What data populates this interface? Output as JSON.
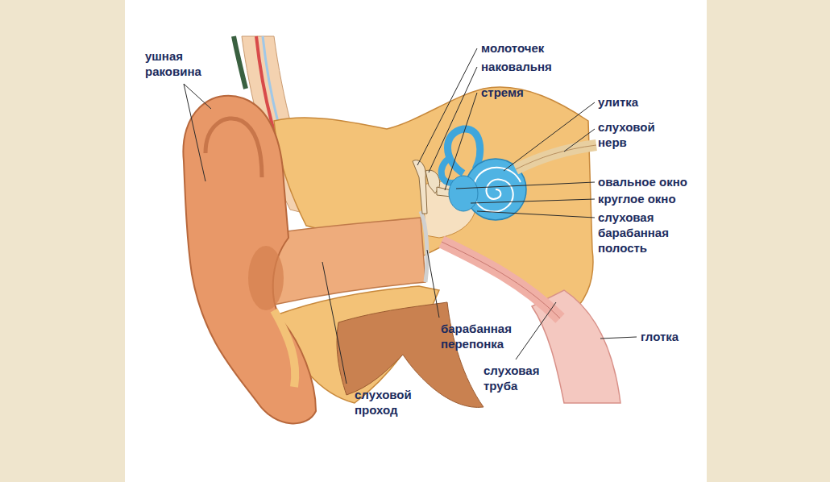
{
  "diagram": {
    "labels": [
      "ушная раковина",
      "молоточек",
      "наковальня",
      "стремя",
      "улитка",
      "слуховой нерв",
      "овальное окно",
      "круглое окно",
      "слуховая барабанная полость",
      "барабанная перепонка",
      "глотка",
      "слуховая труба",
      "слуховой проход"
    ]
  }
}
